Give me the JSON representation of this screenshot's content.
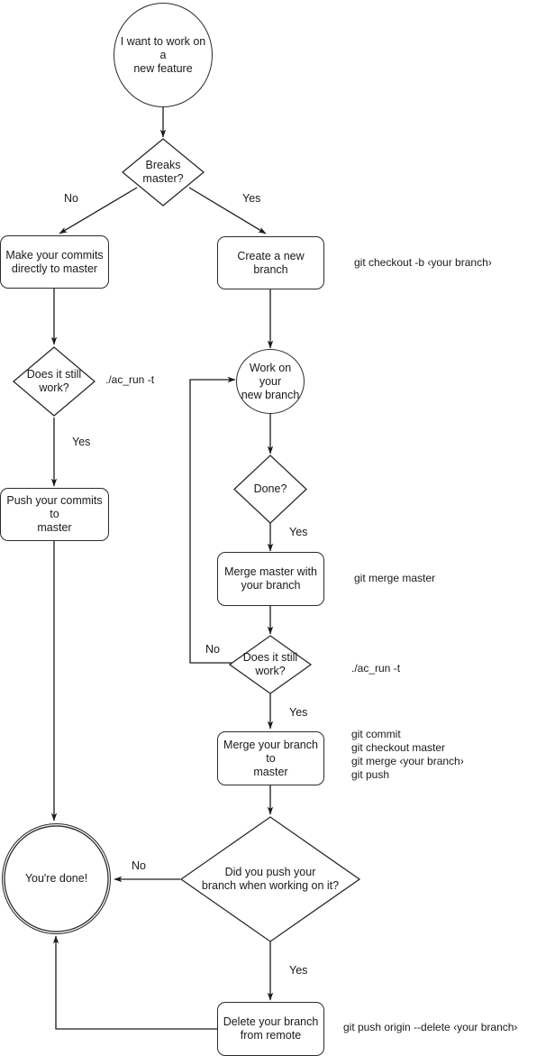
{
  "diagram": {
    "title": "Git feature branch workflow flowchart",
    "stroke_color": "#2b2b2b",
    "text_color": "#1a1a1a",
    "background": "#ffffff"
  },
  "nodes": {
    "start": {
      "label": "I want to work on a\nnew feature",
      "shape": "circle"
    },
    "breaks_master": {
      "label": "Breaks\nmaster?",
      "shape": "diamond"
    },
    "make_commits": {
      "label": "Make your commits\ndirectly to master",
      "shape": "process"
    },
    "create_branch": {
      "label": "Create a new branch",
      "shape": "process"
    },
    "left_still_work": {
      "label": "Does it still\nwork?",
      "shape": "diamond"
    },
    "work_on_branch": {
      "label": "Work on your\nnew branch",
      "shape": "circle"
    },
    "push_commits": {
      "label": "Push your commits to\nmaster",
      "shape": "process"
    },
    "done_check": {
      "label": "Done?",
      "shape": "diamond"
    },
    "merge_master": {
      "label": "Merge master with\nyour branch",
      "shape": "process"
    },
    "right_still_work": {
      "label": "Does it still\nwork?",
      "shape": "diamond"
    },
    "merge_branch": {
      "label": "Merge your branch to\nmaster",
      "shape": "process"
    },
    "youre_done": {
      "label": "You're done!",
      "shape": "double-circle"
    },
    "did_you_push": {
      "label": "Did you push your\nbranch when working on it?",
      "shape": "diamond"
    },
    "delete_branch": {
      "label": "Delete your branch\nfrom remote",
      "shape": "process"
    }
  },
  "edge_labels": {
    "breaks_no": "No",
    "breaks_yes": "Yes",
    "left_work_yes": "Yes",
    "done_yes": "Yes",
    "right_work_no": "No",
    "right_work_yes": "Yes",
    "did_push_no": "No",
    "did_push_yes": "Yes"
  },
  "annotations": {
    "checkout_b": "git checkout -b ‹your branch›",
    "ac_run_left": "./ac_run -t",
    "merge_master_cmd": "git merge master",
    "ac_run_right": "./ac_run -t",
    "merge_block": "git commit\ngit checkout master\ngit merge ‹your branch›\ngit push",
    "push_origin_delete": "git push origin --delete ‹your branch›"
  }
}
